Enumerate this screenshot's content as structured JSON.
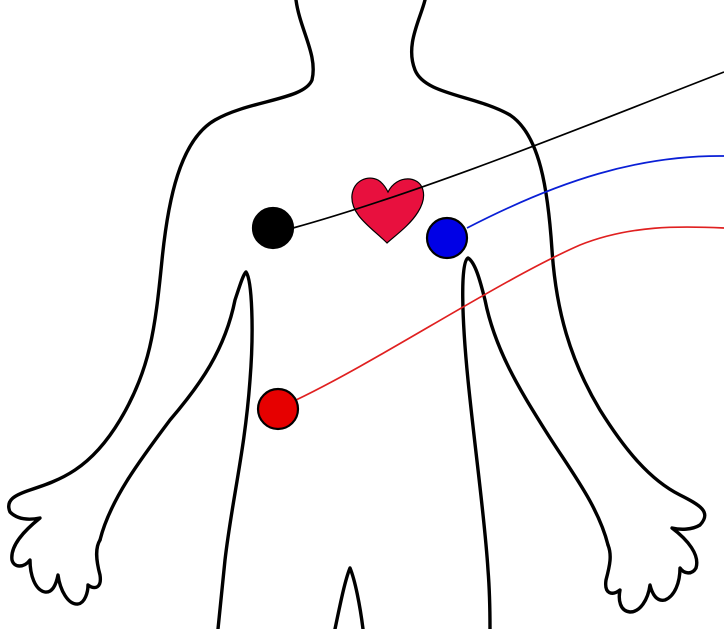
{
  "figure": {
    "background": "#ffffff",
    "outline_color": "#000000",
    "heart_color": "#e8103e"
  },
  "electrodes": [
    {
      "id": "right-arm",
      "color": "#000000",
      "wire_color": "#000000"
    },
    {
      "id": "left-arm",
      "color": "#0000e6",
      "wire_color": "#0a1fd6"
    },
    {
      "id": "left-leg",
      "color": "#e60000",
      "wire_color": "#e02020"
    }
  ],
  "icons": {
    "body": "human-torso-outline",
    "heart": "heart-icon"
  }
}
